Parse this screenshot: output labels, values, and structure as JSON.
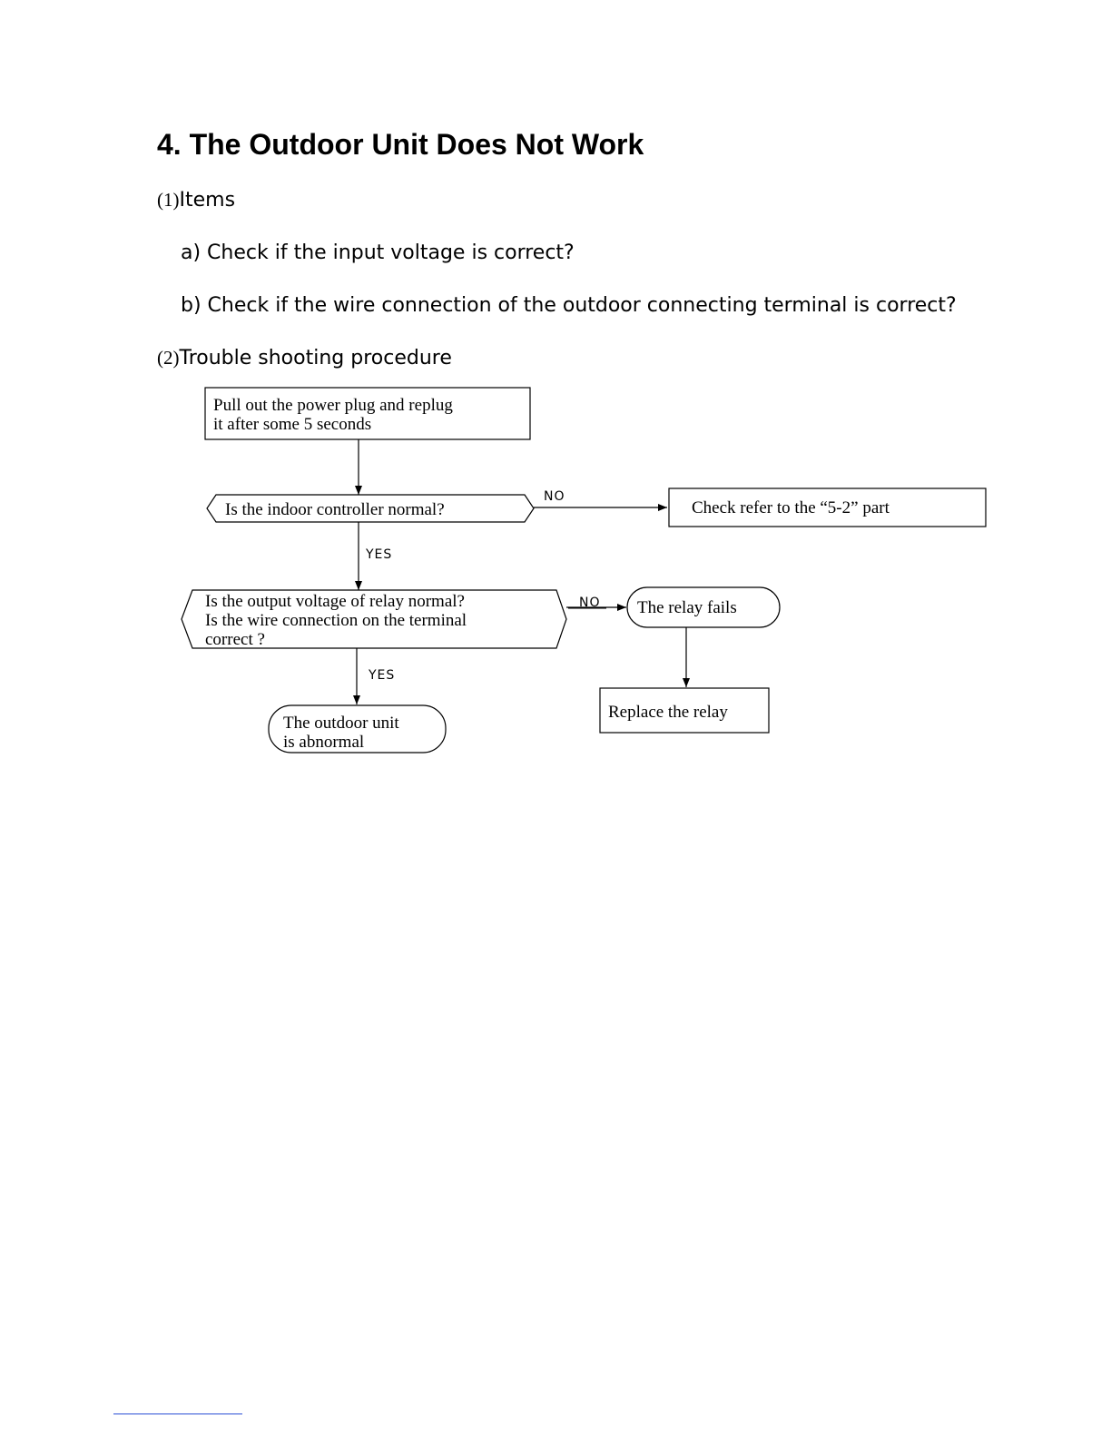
{
  "heading": "4. The Outdoor Unit Does Not Work",
  "items_section": {
    "marker": "(1)",
    "title": "Items",
    "items": [
      "a) Check if the input voltage is correct?",
      "b) Check if the wire connection of the outdoor connecting terminal is correct?"
    ]
  },
  "procedure_section": {
    "marker": "(2)",
    "title": "Trouble shooting procedure"
  },
  "flowchart": {
    "start": [
      "Pull out the power plug and replug",
      "it after some 5 seconds"
    ],
    "decision_1": "Is the indoor controller normal?",
    "decision_1_no": "NO",
    "decision_1_no_action": "Check refer to the “5-2” part",
    "decision_1_yes": "YES",
    "decision_2": [
      "Is the output voltage of relay normal?",
      "Is the wire connection on the terminal",
      "correct ?"
    ],
    "decision_2_no": "NO",
    "decision_2_no_result": "The relay fails",
    "decision_2_no_action": "Replace the relay",
    "decision_2_yes": "YES",
    "end": [
      "The outdoor unit",
      "is abnormal"
    ]
  }
}
